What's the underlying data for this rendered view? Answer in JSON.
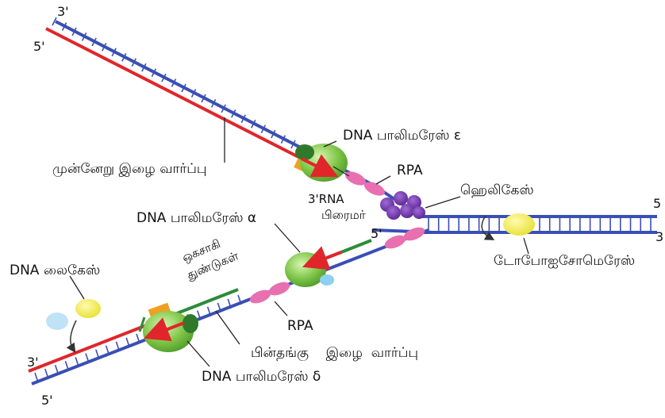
{
  "ends": {
    "top_left_3": "3'",
    "top_left_5": "5'",
    "right_5": "5",
    "right_3": "3",
    "bottom_left_3": "3'",
    "bottom_left_5": "5'",
    "lagging_5": "5'"
  },
  "labels": {
    "leading_strand": "முன்னேறு இழை வார்ப்பு",
    "dna_pol_epsilon": "DNA பாலிமரேஸ் ε",
    "rpa_top": "RPA",
    "rna_primer_line1": "3'RNA",
    "rna_primer_line2": "பிரைமர்",
    "helicase": "ஹெலிகேஸ்",
    "topoisomerase": "டோபோஐசோமெரேஸ்",
    "dna_pol_alpha": "DNA பாலிமரேஸ் α",
    "dna_ligase": "DNA லைகேஸ்",
    "okazaki_line1": "ஒகசாகி",
    "okazaki_line2": "துண்டுகள்",
    "rpa_bottom": "RPA",
    "lagging_strand": "பின்தங்கு    இழை  வார்ப்பு",
    "dna_pol_delta": "DNA பாலிமரேஸ் δ"
  },
  "colors": {
    "parental_strand": "#3a4fb4",
    "new_strand": "#e0262b",
    "okazaki_primer": "#2e8b3a",
    "polymerase": "#7cc446",
    "rpa": "#e86fb0",
    "helicase": "#6a2ea0",
    "topoisomerase": "#f2ec3a",
    "ligase": "#e8e43a",
    "clamp": "#f0a020",
    "light_blue": "#bfe3f5"
  }
}
